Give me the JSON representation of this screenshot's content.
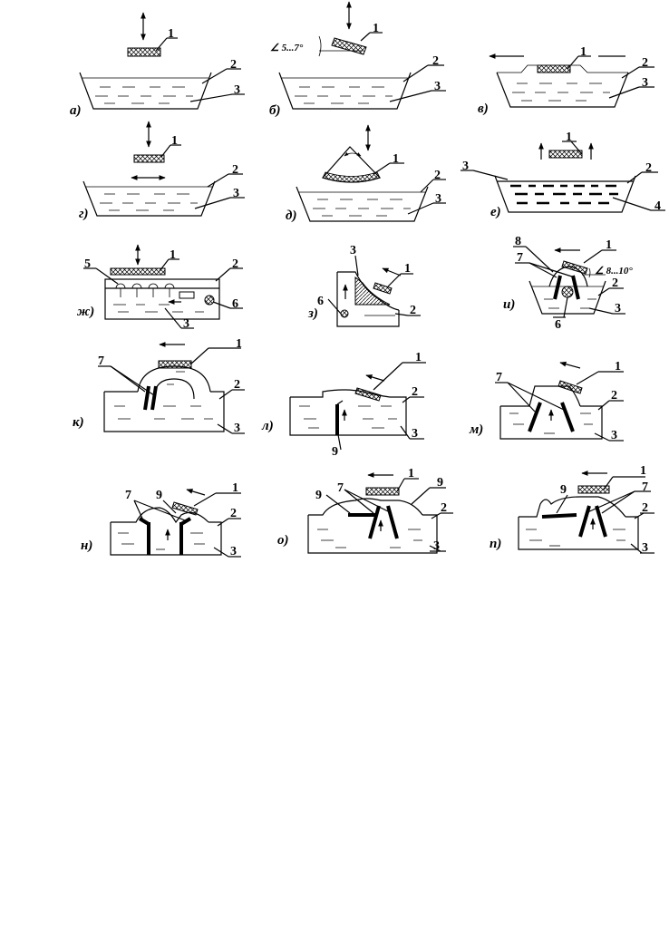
{
  "panels": [
    {
      "id": "a",
      "label": "а)",
      "callouts": [
        "1",
        "2",
        "3"
      ]
    },
    {
      "id": "b",
      "label": "б)",
      "callouts": [
        "1",
        "2",
        "3"
      ],
      "angle": "∠ 5...7°"
    },
    {
      "id": "v",
      "label": "в)",
      "callouts": [
        "1",
        "2",
        "3"
      ]
    },
    {
      "id": "g",
      "label": "г)",
      "callouts": [
        "1",
        "2",
        "3"
      ]
    },
    {
      "id": "d",
      "label": "д)",
      "callouts": [
        "1",
        "2",
        "3"
      ]
    },
    {
      "id": "e",
      "label": "е)",
      "callouts": [
        "1",
        "2",
        "3",
        "4"
      ]
    },
    {
      "id": "zh",
      "label": "ж)",
      "callouts": [
        "1",
        "2",
        "3",
        "5",
        "6"
      ]
    },
    {
      "id": "z",
      "label": "з)",
      "callouts": [
        "1",
        "2",
        "3",
        "6"
      ]
    },
    {
      "id": "i",
      "label": "и)",
      "callouts": [
        "1",
        "2",
        "3",
        "6",
        "7",
        "8"
      ],
      "angle": "∠ 8...10°"
    },
    {
      "id": "k",
      "label": "к)",
      "callouts": [
        "1",
        "2",
        "3",
        "7"
      ]
    },
    {
      "id": "l",
      "label": "л)",
      "callouts": [
        "1",
        "2",
        "3",
        "9"
      ]
    },
    {
      "id": "m",
      "label": "м)",
      "callouts": [
        "1",
        "2",
        "3",
        "7"
      ]
    },
    {
      "id": "n",
      "label": "н)",
      "callouts": [
        "1",
        "2",
        "3",
        "7",
        "9"
      ]
    },
    {
      "id": "o",
      "label": "о)",
      "callouts": [
        "1",
        "2",
        "3",
        "7",
        "9",
        "9"
      ]
    },
    {
      "id": "p",
      "label": "п)",
      "callouts": [
        "1",
        "2",
        "3",
        "7",
        "9"
      ]
    }
  ]
}
